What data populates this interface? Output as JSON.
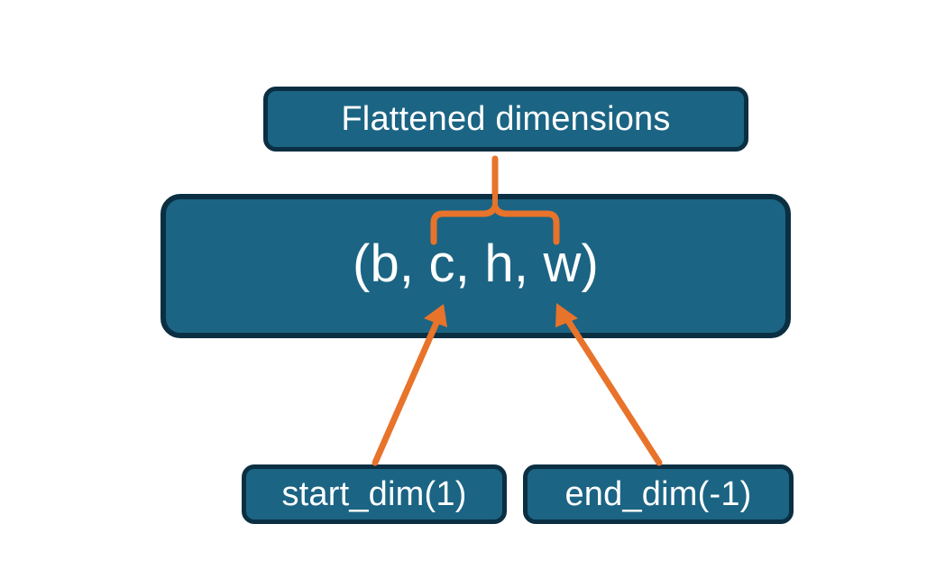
{
  "diagram": {
    "title_node": {
      "label": "Flattened dimensions",
      "name": "flattened-dimensions-box"
    },
    "shape_node": {
      "label": "(b, c, h, w)",
      "name": "tensor-shape-box",
      "dims": [
        "b",
        "c",
        "h",
        "w"
      ]
    },
    "argument_nodes": [
      {
        "label": "start_dim(1)",
        "name": "start-dim-box",
        "value": 1
      },
      {
        "label": "end_dim(-1)",
        "name": "end-dim-box",
        "value": -1
      }
    ],
    "connectors": [
      {
        "name": "brace-connector",
        "kind": "curly-brace",
        "from": "tensor-shape-box",
        "to": "flattened-dimensions-box",
        "spans_dims": [
          "c",
          "h",
          "w"
        ]
      },
      {
        "name": "start-dim-arrow",
        "kind": "arrow",
        "from": "start-dim-box",
        "to": "tensor-shape-box"
      },
      {
        "name": "end-dim-arrow",
        "kind": "arrow",
        "from": "end-dim-box",
        "to": "tensor-shape-box"
      }
    ],
    "colors": {
      "box_fill": "#1b6484",
      "box_border": "#0b2f42",
      "box_text": "#ffffff",
      "accent": "#e8732a",
      "background": "#ffffff"
    }
  }
}
